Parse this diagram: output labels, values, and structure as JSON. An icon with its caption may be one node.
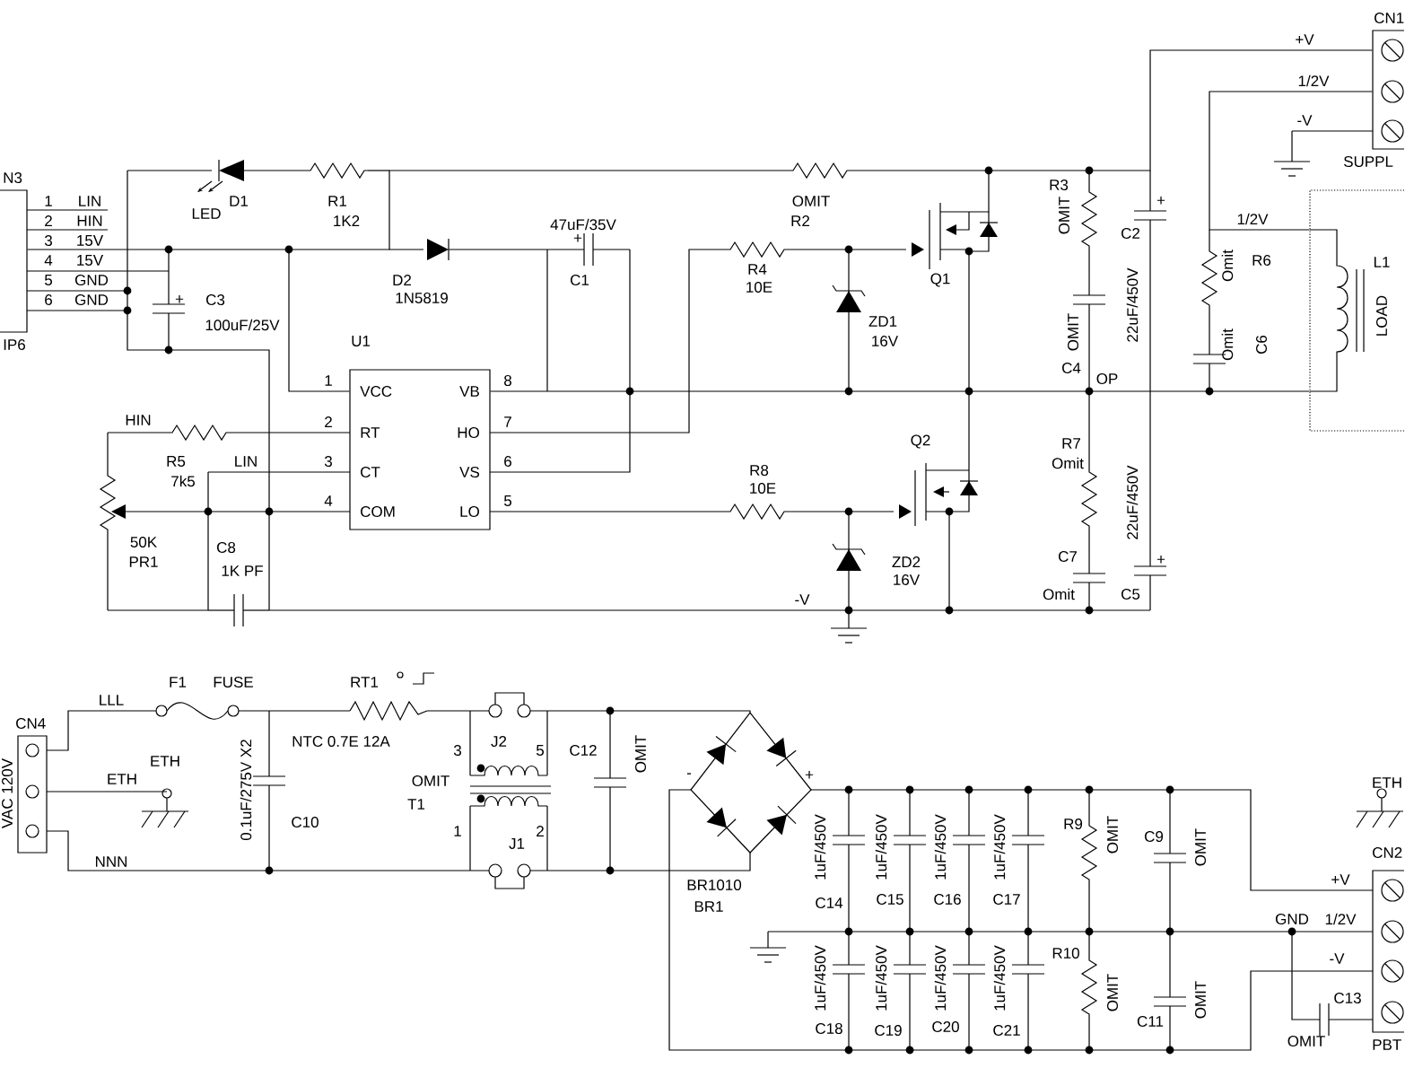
{
  "diagram": {
    "edges": [
      {
        "from": 0,
        "to": 2,
        "arrow": "none"
      },
      {
        "from": 2,
        "to": 3,
        "arrow": "none"
      },
      {
        "from": 1,
        "to": 0,
        "arrow": "none"
      },
      {
        "from": 1,
        "to": 2,
        "arrow": "none"
      },
      {
        "from": 3,
        "to": 0,
        "arrow": "none"
      }
    ],
    "nodes": [
      {
        "text": [
          "U1",
          "VCC",
          "RT",
          "CT",
          "COM",
          "VB",
          "HO",
          "VS",
          "LO"
        ]
      },
      {
        "text": [
          "N3",
          "IP6"
        ]
      },
      {
        "text": [
          "CN1",
          "SUPPL"
        ]
      },
      {
        "text": [
          "L1",
          "LOAD"
        ]
      },
      {
        "text": [
          "CN4",
          "VAC 120V"
        ]
      },
      {
        "text": [
          "CN2",
          "PBT"
        ]
      }
    ],
    "labels": [
      "+V",
      "1/2V",
      "-V",
      "1",
      "LIN",
      "2",
      "HIN",
      "3",
      "15V",
      "4",
      "15V",
      "5",
      "GND",
      "6",
      "GND",
      "D1",
      "R1",
      "LED",
      "1K2",
      "OMIT",
      "R2",
      "R3",
      "OMIT",
      "1/2V",
      "47uF/35V",
      "+",
      "+",
      "C2",
      "R6",
      "Omit",
      "D2",
      "C1",
      "R4",
      "Q1",
      "+",
      "C3",
      "1N5819",
      "10E",
      "100uF/25V",
      "ZD1",
      "22uF/450V",
      "OMIT",
      "Omit",
      "C6",
      "16V",
      "1",
      "8",
      "C4",
      "OP",
      "HIN",
      "2",
      "7",
      "Q2",
      "R7",
      "R5",
      "LIN",
      "3",
      "6",
      "Omit",
      "R8",
      "7k5",
      "10E",
      "22uF/450V",
      "4",
      "5",
      "50K",
      "C8",
      "PR1",
      "ZD2",
      "C7",
      "+",
      "1K PF",
      "16V",
      "Omit",
      "C5",
      "-V",
      "F1",
      "FUSE",
      "RT1",
      "LLL",
      "NTC 0.7E 12A",
      "J2",
      "3",
      "5",
      "C12",
      "OMIT",
      "ETH",
      "ETH",
      "-",
      "+",
      "OMIT",
      "0.1uF/275V X2",
      "T1",
      "C10",
      "1",
      "2",
      "J1",
      "NNN",
      "ETH",
      "R9",
      "OMIT",
      "C9",
      "OMIT",
      "1uF/450V",
      "1uF/450V",
      "1uF/450V",
      "1uF/450V",
      "+V",
      "BR1010",
      "BR1",
      "C14",
      "C15",
      "C16",
      "C17",
      "GND",
      "1/2V",
      "R10",
      "-V",
      "1uF/450V",
      "1uF/450V",
      "1uF/450V",
      "1uF/450V",
      "OMIT",
      "OMIT",
      "C13",
      "C11",
      "C18",
      "C19",
      "C20",
      "C21",
      "OMIT"
    ]
  }
}
